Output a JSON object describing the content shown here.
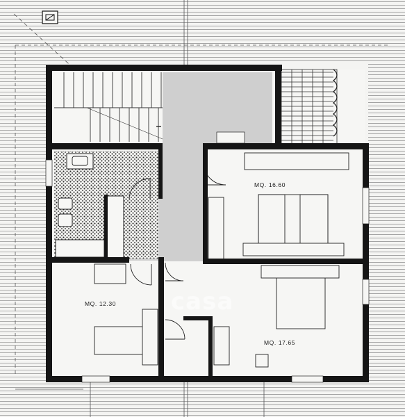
{
  "plan": {
    "rooms": [
      {
        "id": "bedroom-upper-right",
        "label": "MQ. 16.60"
      },
      {
        "id": "bedroom-left",
        "label": "MQ. 12.30"
      },
      {
        "id": "bedroom-lower-right",
        "label": "MQ. 17.65"
      }
    ],
    "watermark": "casa",
    "colors": {
      "wall": "#151515",
      "hatch": "#8a8a8a",
      "corridor": "#cfcfcf",
      "paper": "#f4f4f2"
    }
  }
}
